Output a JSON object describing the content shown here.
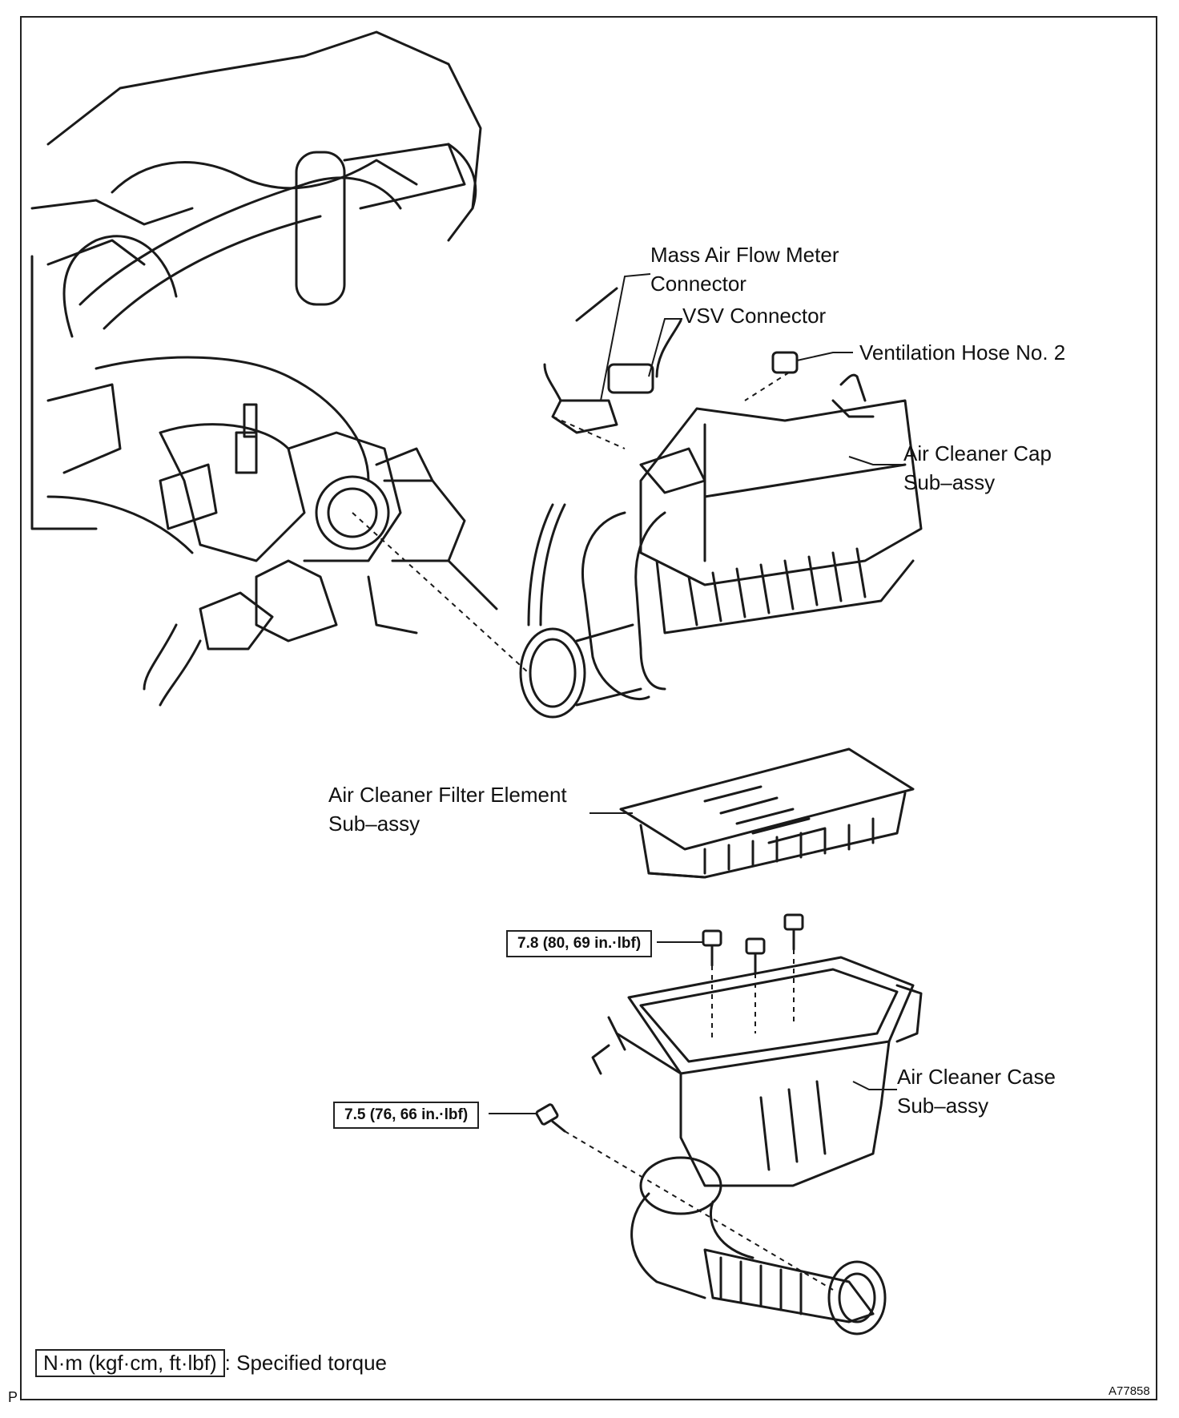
{
  "labels": {
    "mass_air_flow_meter_connector": [
      "Mass Air Flow Meter",
      "Connector"
    ],
    "vsv_connector": "VSV Connector",
    "ventilation_hose_no2": "Ventilation Hose No. 2",
    "air_cleaner_cap": [
      "Air Cleaner Cap",
      "Sub–assy"
    ],
    "air_cleaner_filter_element": [
      "Air Cleaner Filter Element",
      "Sub–assy"
    ],
    "air_cleaner_case": [
      "Air Cleaner Case",
      "Sub–assy"
    ]
  },
  "torques": {
    "cap_bolts": "7.8 (80, 69 in.·lbf)",
    "case_bolt": "7.5 (76, 66 in.·lbf)"
  },
  "legend": {
    "unit_box": "N·m (kgf·cm, ft·lbf)",
    "text": ": Specified torque"
  },
  "corner_left": "P",
  "figure_id": "A77858"
}
